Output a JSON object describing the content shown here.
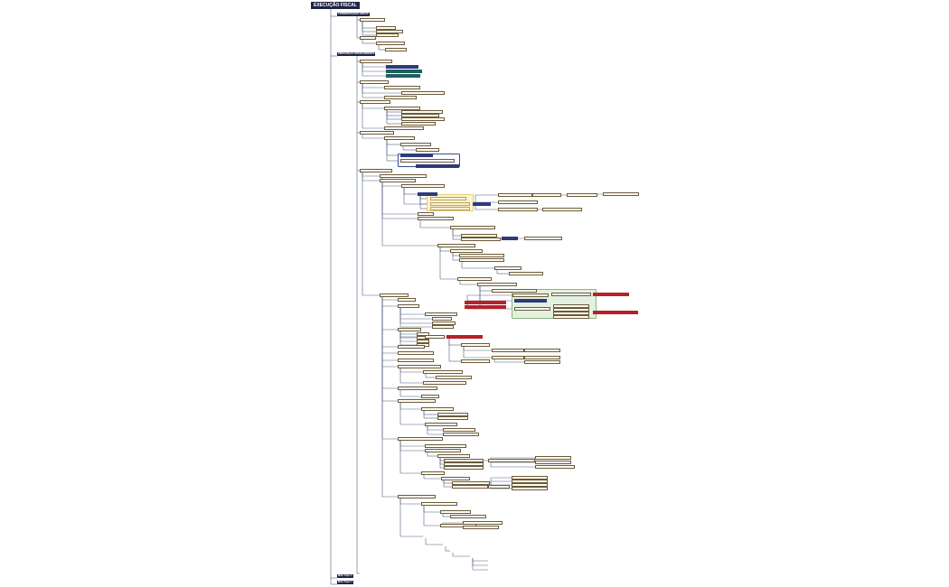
{
  "map": {
    "title": "EXECUÇÃO FISCAL",
    "sections": [
      {
        "label": "CONSIDERAÇÕES GERAIS"
      },
      {
        "label": "PRESCRIÇÃO INTERCORRENTE"
      },
      {
        "label": "Main Topic 3"
      },
      {
        "label": "Main Topic 4"
      }
    ],
    "nodes": [
      "",
      "",
      "",
      "",
      "",
      "",
      "",
      "",
      "",
      "",
      "",
      "",
      "",
      "",
      "",
      "",
      "",
      "",
      "",
      "",
      "",
      "",
      "",
      "",
      "",
      "",
      "",
      "",
      "",
      "",
      "",
      "",
      "",
      "",
      "",
      "",
      "",
      "",
      "",
      "",
      "",
      "",
      "",
      "",
      "",
      "",
      "",
      "",
      "",
      "",
      "",
      "",
      "",
      "",
      "",
      "",
      "",
      "",
      "",
      "",
      "",
      "",
      "",
      "",
      "",
      "",
      "",
      "",
      "",
      "",
      "",
      "",
      "",
      "",
      "",
      "",
      "",
      "",
      "",
      "",
      "",
      "",
      "",
      "",
      "",
      "",
      "",
      "",
      "",
      "",
      "",
      "",
      "",
      "",
      "",
      "",
      "",
      "",
      "",
      "",
      "",
      "",
      "",
      "",
      "",
      "",
      "",
      "",
      "",
      "",
      "",
      "",
      "",
      "",
      "",
      "",
      "",
      "",
      "",
      "",
      "",
      "",
      "",
      "",
      "",
      "",
      "",
      "",
      "",
      "",
      "",
      "",
      "",
      "",
      "",
      "",
      ""
    ]
  }
}
